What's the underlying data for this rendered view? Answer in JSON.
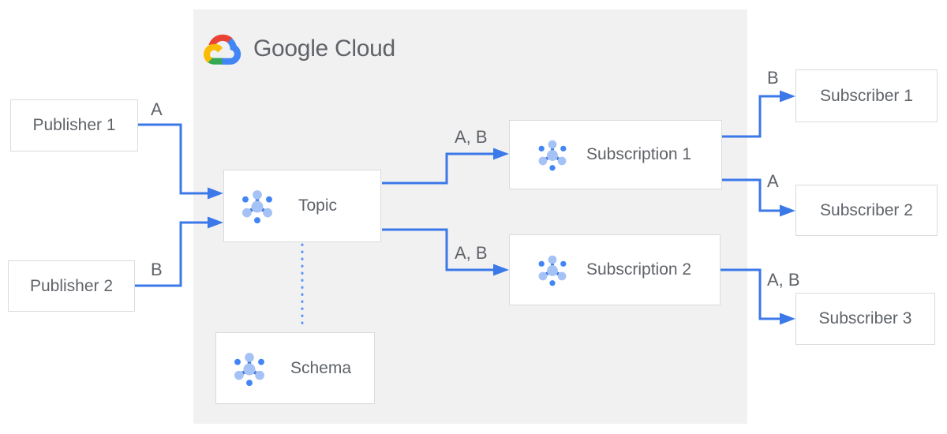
{
  "brand": {
    "logo_text": "Google Cloud"
  },
  "colors": {
    "arrow": "#3B78E8",
    "dotted_line": "#4285F4",
    "panel_bg": "#F1F1F2",
    "box_border": "#D9DBDE",
    "box_bg": "#FFFFFF",
    "text": "#5F6368",
    "icon_light": "#A5C2F7",
    "icon_dark": "#4285F4",
    "icon_spoke": "#3C78DC",
    "logo_red": "#EA4335",
    "logo_blue": "#4285F4",
    "logo_green": "#34A853",
    "logo_yellow": "#FBBC05"
  },
  "nodes": {
    "publisher1": {
      "label": "Publisher 1"
    },
    "publisher2": {
      "label": "Publisher 2"
    },
    "topic": {
      "label": "Topic",
      "icon": "pubsub-icon"
    },
    "schema": {
      "label": "Schema",
      "icon": "pubsub-icon"
    },
    "subscription1": {
      "label": "Subscription 1",
      "icon": "pubsub-icon"
    },
    "subscription2": {
      "label": "Subscription 2",
      "icon": "pubsub-icon"
    },
    "subscriber1": {
      "label": "Subscriber 1"
    },
    "subscriber2": {
      "label": "Subscriber 2"
    },
    "subscriber3": {
      "label": "Subscriber 3"
    }
  },
  "edges": [
    {
      "from": "Publisher 1",
      "to": "Topic",
      "label": "A"
    },
    {
      "from": "Publisher 2",
      "to": "Topic",
      "label": "B"
    },
    {
      "from": "Topic",
      "to": "Subscription 1",
      "label": "A, B"
    },
    {
      "from": "Topic",
      "to": "Subscription 2",
      "label": "A, B"
    },
    {
      "from": "Subscription 1",
      "to": "Subscriber 1",
      "label": "B"
    },
    {
      "from": "Subscription 1",
      "to": "Subscriber 2",
      "label": "A"
    },
    {
      "from": "Subscription 2",
      "to": "Subscriber 3",
      "label": "A, B"
    },
    {
      "from": "Topic",
      "to": "Schema",
      "label": "",
      "style": "dotted"
    }
  ]
}
